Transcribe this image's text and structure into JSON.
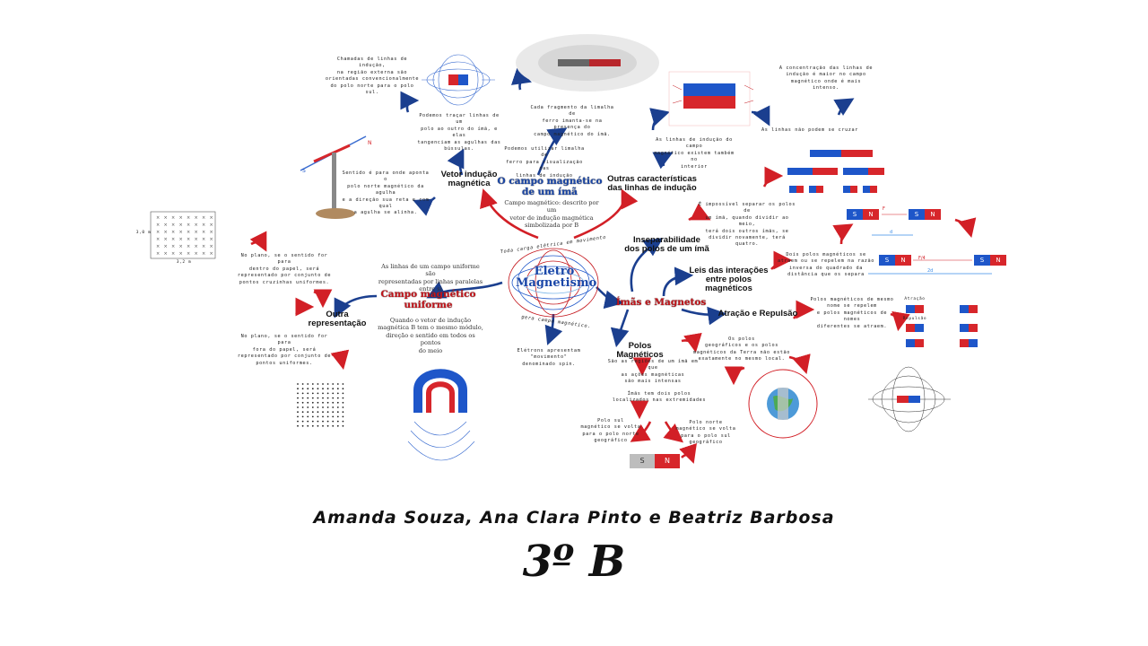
{
  "center": {
    "title": "Eletro\nMagnetismo",
    "ring_top": "Toda carga elétrica em movimento",
    "ring_bottom": "gera campo magnético."
  },
  "campo_do_ima": {
    "title": "O campo magnético\nde um ímã",
    "desc": "Campo magnético: descrito por um\nvetor de indução magnética\nsimbolizada por B",
    "limalha_note": "Podemos utilizar limalha de\nferro para visualização das\nlinhas de indução",
    "limalha_caption": "Cada fragmento da limalha de\nferro imanta-se na presença do\ncampo magnético do ímã."
  },
  "vetor_inducao": {
    "title": "Vetor indução\nmagnética",
    "tangent_note": "Podemos traçar linhas de um\npolo ao outro do ímã, e elas\ntangenciam as agulhas das\nbússulas.",
    "external_note": "Chamadas de linhas de indução,\nna região externa são\norientadas convencionalmente\ndo polo norte para o polo sul.",
    "sentido_note": "Sentido é para onde aponta o\npolo norte magnético da agulha\ne a direção sua reta e com qual\na agulha se alinha."
  },
  "outras": {
    "title": "Outras características\ndas linhas de indução",
    "interior_note": "As linhas de indução do campo\nmagnético existem também no\ninterior",
    "concentracao_note": "A concentração das linhas de\nindução é maior no campo\nmagnético onde é mais intenso.",
    "cruzar_note": "As linhas não podem se cruzar"
  },
  "uniforme": {
    "title": "Campo magnético\nuniforme",
    "intro": "As linhas de um campo uniforme são\nrepresentadas por linhas paralelas\nentre si",
    "desc": "Quando o vetor de indução\nmagnética B tem o mesmo módulo,\ndireção e sentido em todos os pontos\ndo meio",
    "outra_title": "Outra representação",
    "dentro_note": "No plano, se o sentido for para\ndentro do papel, será\nrepresentado por conjunto de\npontos cruzinhas uniformes.",
    "fora_note": "No plano, se o sentido for para\nfora do papel, será\nrepresentado por conjunto de\npontos uniformes.",
    "grid_left": "3,0 m",
    "grid_bottom": "3,2 m"
  },
  "eletrons_note": "Elétrons apresentam \"movimento\"\ndenominado spin.",
  "imas": {
    "title": "Ímãs e Magnetos",
    "insep_title": "Inseparabilidade\ndos polos de um ímã",
    "insep_note": "É impossível separar os polos de\num ímã, quando dividir ao meio,\nterá dois outros ímãs, se\ndividir novamente, terá quatro.",
    "leis_title": "Leis das interações\nentre polos magnéticos",
    "leis_note": "Dois polos magnéticos se\natraem ou se repelem na razão\ninversa do quadrado da\ndistância que os separa",
    "atracao_title": "Atração e Repulsão",
    "atracao_note": "Polos magnéticos de mesmo\nnome se repelem\ne polos magnéticos de nomes\ndiferentes se atraem.",
    "atracao_label": "Atração",
    "repulsao_label": "Repulsão",
    "polos_title": "Polos Magnéticos",
    "regioes_note": "São as regiões de um ímã em que\nas ações magnéticas\nsão mais intensas",
    "dois_polos_note": "Ímãs tem dois polos\nlocalizados nas extremidades",
    "sul_note": "Polo sul\nmagnético se volta\npara o polo norte\ngeográfico",
    "norte_note": "Polo norte\nmagnético se volta\npara o polo sul\ngeográfico",
    "terra_note": "Os polos\ngeográficos e os polos\nmagnéticos da Terra não estão\nexatamente no mesmo local.",
    "force_f": "F",
    "force_f4": "F/4",
    "dist_d": "d",
    "dist_2d": "2d"
  },
  "pole_letters": {
    "s": "S",
    "n": "N"
  },
  "footer": {
    "authors": "Amanda Souza, Ana Clara Pinto e Beatriz Barbosa",
    "class": "3º B"
  },
  "colors": {
    "north": "#d7262b",
    "south": "#1e56c9",
    "arrow_blue": "#1b3f8f",
    "arrow_red": "#d21f26"
  }
}
